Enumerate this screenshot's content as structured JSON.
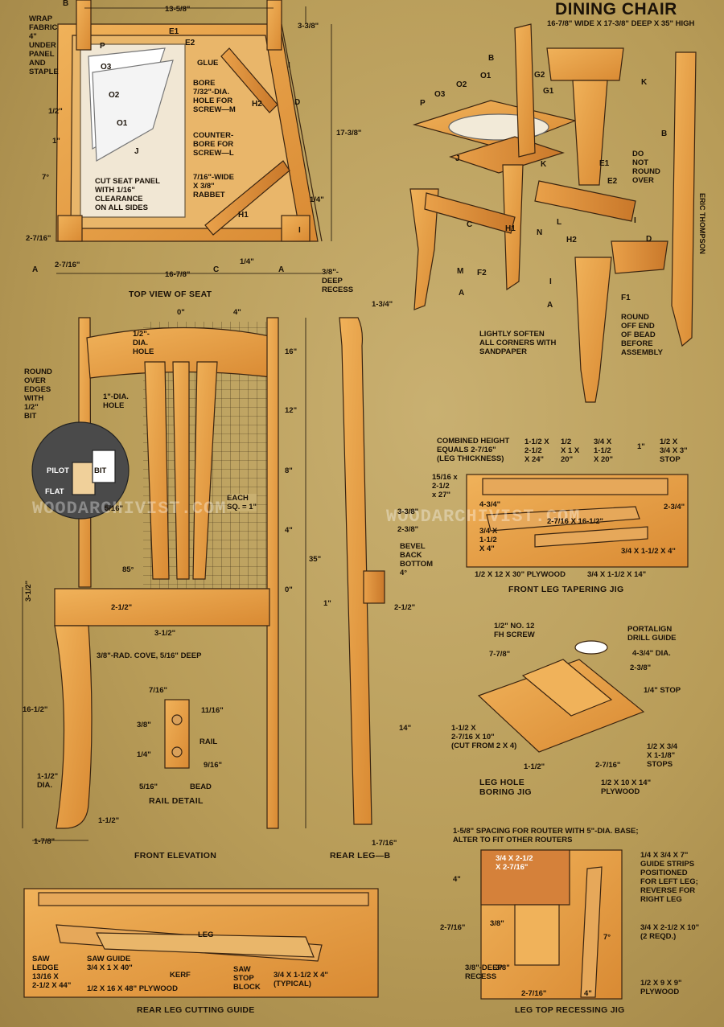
{
  "title": "DINING CHAIR",
  "subtitle": "16-7/8\" WIDE X 17-3/8\" DEEP X 35\" HIGH",
  "captions": {
    "top_view": "TOP VIEW OF SEAT",
    "front_elevation": "FRONT ELEVATION",
    "rear_leg": "REAR LEG—B",
    "rail_detail": "RAIL DETAIL",
    "front_jig": "FRONT LEG TAPERING JIG",
    "boring_jig": "LEG HOLE\nBORING JIG",
    "cutting_guide": "REAR LEG CUTTING GUIDE",
    "recessing_jig": "LEG TOP RECESSING JIG"
  },
  "watermark": "WOODARCHIVIST.COM",
  "signature": "ERIC THOMPSON",
  "top_view": {
    "notes": {
      "wrap": "WRAP\nFABRIC\n4\"\nUNDER\nPANEL\nAND\nSTAPLE",
      "glue": "GLUE",
      "bore": "BORE\n7/32\"-DIA.\nHOLE FOR\nSCREW—M",
      "counterbore": "COUNTER-\nBORE FOR\nSCREW—L",
      "rabbet": "7/16\"-WIDE\nX 3/8\"\nRABBET",
      "cut_panel": "CUT SEAT PANEL\nWITH 1/16\"\nCLEARANCE\nON ALL SIDES",
      "recess": "3/8\"-\nDEEP\nRECESS"
    },
    "dims": {
      "top": "13-5/8\"",
      "depth": "17-3/8\"",
      "width": "16-7/8\"",
      "corner": "3-3/8\"",
      "half": "1/2\"",
      "one": "1\"",
      "deg": "7°",
      "quarter_r": "1/4\"",
      "quarter_b": "1/4\"",
      "left_v": "2-7/16\"",
      "left_h": "2-7/16\""
    },
    "parts": {
      "b": "B",
      "e1": "E1",
      "e2": "E2",
      "p": "P",
      "o3": "O3",
      "o2": "O2",
      "o1": "O1",
      "j": "J",
      "i": "I",
      "h2": "H2",
      "d": "D",
      "h1": "H1",
      "i2": "I",
      "a": "A",
      "c": "C",
      "a2": "A"
    }
  },
  "exploded": {
    "notes": {
      "no_round": "DO\nNOT\nROUND\nOVER",
      "round_end": "ROUND\nOFF END\nOF BEAD\nBEFORE\nASSEMBLY",
      "soften": "LIGHTLY SOFTEN\nALL CORNERS WITH\nSANDPAPER"
    },
    "parts": {
      "b": "B",
      "g2": "G2",
      "k": "K",
      "o2": "O2",
      "o1": "O1",
      "o3": "O3",
      "p": "P",
      "g1": "G1",
      "b2": "B",
      "j": "J",
      "k2": "K",
      "e1": "E1",
      "e2": "E2",
      "c": "C",
      "h1": "H1",
      "n": "N",
      "l": "L",
      "h2": "H2",
      "i": "I",
      "d": "D",
      "m": "M",
      "f2": "F2",
      "a": "A",
      "a2": "A",
      "f1": "F1",
      "i2": "I"
    }
  },
  "front_elev": {
    "notes": {
      "round_over": "ROUND\nOVER\nEDGES\nWITH\n1/2\"\nBIT",
      "half_hole": "1/2\"-\nDIA.\nHOLE",
      "one_hole": "1\"-DIA.\nHOLE",
      "each_sq": "EACH\nSQ. = 1\"",
      "cove": "3/8\"-RAD. COVE, 5/16\" DEEP",
      "pilot": "PILOT",
      "bit": "BIT",
      "flat": "FLAT",
      "foot_dia": "1-1/2\"\nDIA."
    },
    "dims": {
      "zero_top": "0\"",
      "four_top": "4\"",
      "d16": "16\"",
      "d12": "12\"",
      "d8": "8\"",
      "d4": "4\"",
      "d0": "0\"",
      "total": "35\"",
      "deg85": "85°",
      "h212": "2-1/2\"",
      "h312": "3-1/2\"",
      "v312": "3-1/2\"",
      "h1612": "16-1/2\"",
      "foot": "1-1/2\"",
      "base": "1-7/8\"",
      "bit_dim": "5/16\""
    }
  },
  "rear_leg": {
    "notes": {
      "bevel": "BEVEL\nBACK\nBOTTOM\n4°"
    },
    "dims": {
      "top": "1-3/4\"",
      "r338": "3-3/8\"",
      "r238": "2-3/8\"",
      "one": "1\"",
      "r212": "2-1/2\"",
      "r14": "14\"",
      "bottom": "1-7/16\""
    }
  },
  "rail": {
    "dims": {
      "a": "7/16\"",
      "b": "11/16\"",
      "c": "3/8\"",
      "d": "1/4\"",
      "e": "9/16\"",
      "f": "5/16\""
    },
    "labels": {
      "rail": "RAIL",
      "bead": "BEAD"
    }
  },
  "front_jig": {
    "notes": {
      "combined": "COMBINED HEIGHT\nEQUALS 2-7/16\"\n(LEG THICKNESS)",
      "p1": "1-1/2 X\n2-1/2\nX 24\"",
      "p2": "1/2\nX 1 X\n20\"",
      "p3": "3/4 X\n1-1/2\nX 20\"",
      "p4": "1/2 X\n3/4 X 3\"\nSTOP",
      "p5": "15/16 x\n2-1/2\nx 27\"",
      "p6": "3/4 X\n1-1/2\nX 4\"",
      "p7": "2-7/16 X 16-1/2\"",
      "p8": "3/4 X 1-1/2 X 4\"",
      "p9": "1/2 X 12 X 30\" PLYWOOD",
      "p10": "3/4 X 1-1/2 X 14\""
    },
    "dims": {
      "one": "1\"",
      "l434": "4-3/4\"",
      "r234": "2-3/4\""
    }
  },
  "boring_jig": {
    "notes": {
      "screw": "1/2\" NO. 12\nFH SCREW",
      "portalign": "PORTALIGN\nDRILL GUIDE",
      "dia": "4-3/4\" DIA.",
      "stop": "1/4\" STOP",
      "block": "1-1/2 X\n2-7/16 X 10\"\n(CUT FROM 2 X 4)",
      "stops": "1/2 X 3/4\nX 1-1/8\"\nSTOPS",
      "plywood": "1/2 X 10 X 14\"\nPLYWOOD"
    },
    "dims": {
      "d778": "7-7/8\"",
      "d238": "2-3/8\"",
      "d112": "1-1/2\"",
      "d2716": "2-7/16\""
    }
  },
  "cutting_guide": {
    "notes": {
      "ledge": "SAW\nLEDGE\n13/16 X\n2-1/2 X 44\"",
      "guide": "SAW GUIDE\n3/4 X 1 X 40\"",
      "plywood": "1/2 X 16 X 48\" PLYWOOD",
      "kerf": "KERF",
      "stop": "SAW\nSTOP\nBLOCK",
      "typical": "3/4 X 1-1/2 X 4\"\n(TYPICAL)",
      "leg": "LEG"
    }
  },
  "recessing_jig": {
    "notes": {
      "spacing": "1-5/8\" SPACING FOR ROUTER WITH 5\"-DIA. BASE;\nALTER TO FIT OTHER ROUTERS",
      "block": "3/4 X 2-1/2\nX 2-7/16\"",
      "strips": "1/4 X 3/4 X 7\"\nGUIDE STRIPS\nPOSITIONED\nFOR LEFT LEG;\nREVERSE FOR\nRIGHT LEG",
      "req": "3/4 X 2-1/2 X 10\"\n(2 REQD.)",
      "recess": "3/8\"-DEEP\nRECESS",
      "plywood": "1/2 X 9 X 9\"\nPLYWOOD"
    },
    "dims": {
      "four": "4\"",
      "d2716": "2-7/16\"",
      "d38a": "3/8\"",
      "deg": "7°",
      "d38b": "3/8\"",
      "bottom": "2-7/16\"",
      "four_b": "4\""
    }
  }
}
